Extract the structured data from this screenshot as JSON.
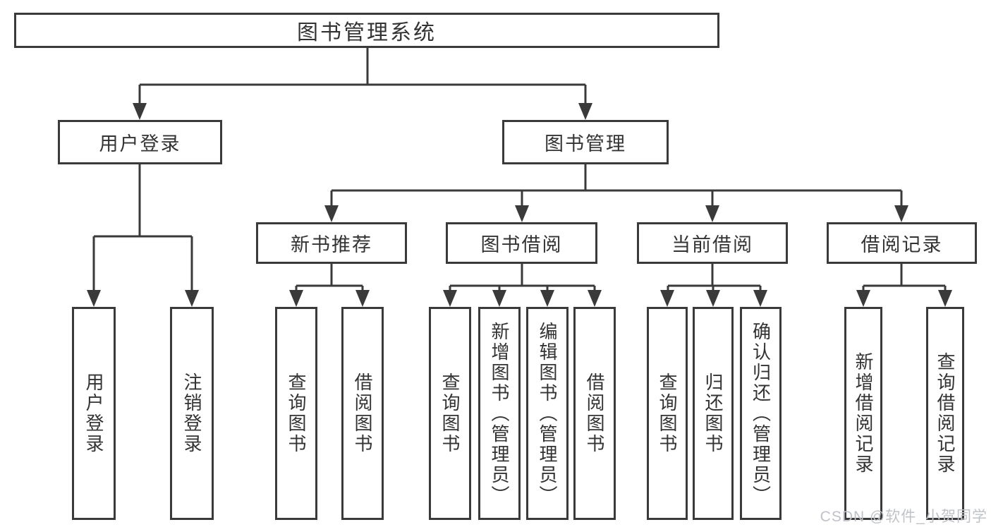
{
  "tree": {
    "label": "图书管理系统",
    "children": [
      {
        "label": "用户登录",
        "children": [
          {
            "label": "用户登录"
          },
          {
            "label": "注销登录"
          }
        ]
      },
      {
        "label": "图书管理",
        "children": [
          {
            "label": "新书推荐",
            "children": [
              {
                "label": "查询图书"
              },
              {
                "label": "借阅图书"
              }
            ]
          },
          {
            "label": "图书借阅",
            "children": [
              {
                "label": "查询图书"
              },
              {
                "label": "新增图书（管理员）"
              },
              {
                "label": "编辑图书（管理员）"
              },
              {
                "label": "借阅图书"
              }
            ]
          },
          {
            "label": "当前借阅",
            "children": [
              {
                "label": "查询图书"
              },
              {
                "label": "归还图书"
              },
              {
                "label": "确认归还（管理员）"
              }
            ]
          },
          {
            "label": "借阅记录",
            "children": [
              {
                "label": "新增借阅记录"
              },
              {
                "label": "查询借阅记录"
              }
            ]
          }
        ]
      }
    ]
  },
  "watermark": {
    "text": "CSDN @软件_小贺同学",
    "color": "#bfc3c7"
  },
  "colors": {
    "line": "#3a3a3a",
    "text": "#333333",
    "background": "#ffffff"
  }
}
